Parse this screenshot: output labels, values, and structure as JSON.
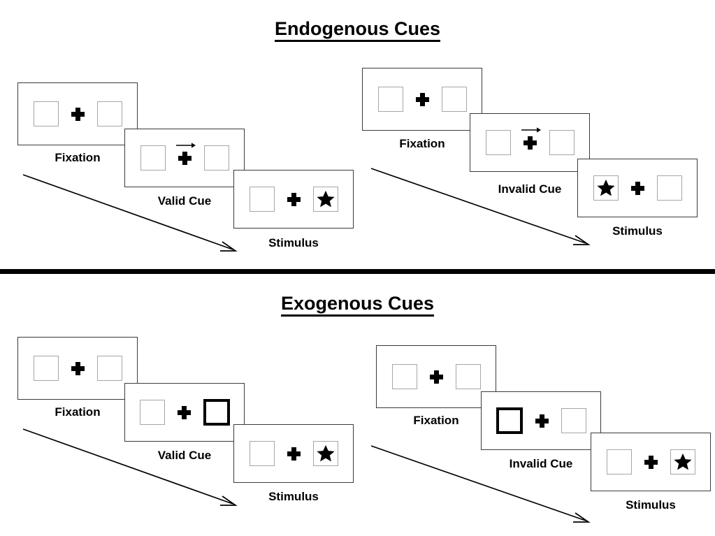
{
  "figure": {
    "sections": [
      {
        "id": "endogenous",
        "title": "Endogenous Cues",
        "sequences": [
          {
            "id": "endogenous-valid",
            "frames": [
              {
                "caption": "Fixation",
                "left_box": {
                  "cued": false,
                  "star": false
                },
                "right_box": {
                  "cued": false,
                  "star": false
                },
                "arrow_cue": "none"
              },
              {
                "caption": "Valid Cue",
                "left_box": {
                  "cued": false,
                  "star": false
                },
                "right_box": {
                  "cued": false,
                  "star": false
                },
                "arrow_cue": "right"
              },
              {
                "caption": "Stimulus",
                "left_box": {
                  "cued": false,
                  "star": false
                },
                "right_box": {
                  "cued": false,
                  "star": true
                },
                "arrow_cue": "none"
              }
            ]
          },
          {
            "id": "endogenous-invalid",
            "frames": [
              {
                "caption": "Fixation",
                "left_box": {
                  "cued": false,
                  "star": false
                },
                "right_box": {
                  "cued": false,
                  "star": false
                },
                "arrow_cue": "none"
              },
              {
                "caption": "Invalid Cue",
                "left_box": {
                  "cued": false,
                  "star": false
                },
                "right_box": {
                  "cued": false,
                  "star": false
                },
                "arrow_cue": "right"
              },
              {
                "caption": "Stimulus",
                "left_box": {
                  "cued": false,
                  "star": true
                },
                "right_box": {
                  "cued": false,
                  "star": false
                },
                "arrow_cue": "none"
              }
            ]
          }
        ]
      },
      {
        "id": "exogenous",
        "title": "Exogenous Cues",
        "sequences": [
          {
            "id": "exogenous-valid",
            "frames": [
              {
                "caption": "Fixation",
                "left_box": {
                  "cued": false,
                  "star": false
                },
                "right_box": {
                  "cued": false,
                  "star": false
                },
                "arrow_cue": "none"
              },
              {
                "caption": "Valid Cue",
                "left_box": {
                  "cued": false,
                  "star": false
                },
                "right_box": {
                  "cued": true,
                  "star": false
                },
                "arrow_cue": "none"
              },
              {
                "caption": "Stimulus",
                "left_box": {
                  "cued": false,
                  "star": false
                },
                "right_box": {
                  "cued": false,
                  "star": true
                },
                "arrow_cue": "none"
              }
            ]
          },
          {
            "id": "exogenous-invalid",
            "frames": [
              {
                "caption": "Fixation",
                "left_box": {
                  "cued": false,
                  "star": false
                },
                "right_box": {
                  "cued": false,
                  "star": false
                },
                "arrow_cue": "none"
              },
              {
                "caption": "Invalid Cue",
                "left_box": {
                  "cued": true,
                  "star": false
                },
                "right_box": {
                  "cued": false,
                  "star": false
                },
                "arrow_cue": "none"
              },
              {
                "caption": "Stimulus",
                "left_box": {
                  "cued": false,
                  "star": false
                },
                "right_box": {
                  "cued": false,
                  "star": true
                },
                "arrow_cue": "none"
              }
            ]
          }
        ]
      }
    ],
    "colors": {
      "background": "#ffffff",
      "panel_border": "#3a3a3a",
      "box_border": "#a6a6a6",
      "cue_border": "#000000",
      "ink": "#000000",
      "divider": "#000000"
    }
  },
  "titles": {
    "endogenous": "Endogenous Cues",
    "exogenous": "Exogenous Cues"
  },
  "captions": {
    "top_left_1": "Fixation",
    "top_left_2": "Valid Cue",
    "top_left_3": "Stimulus",
    "top_right_1": "Fixation",
    "top_right_2": "Invalid Cue",
    "top_right_3": "Stimulus",
    "bottom_left_1": "Fixation",
    "bottom_left_2": "Valid Cue",
    "bottom_left_3": "Stimulus",
    "bottom_right_1": "Fixation",
    "bottom_right_2": "Invalid Cue",
    "bottom_right_3": "Stimulus"
  }
}
